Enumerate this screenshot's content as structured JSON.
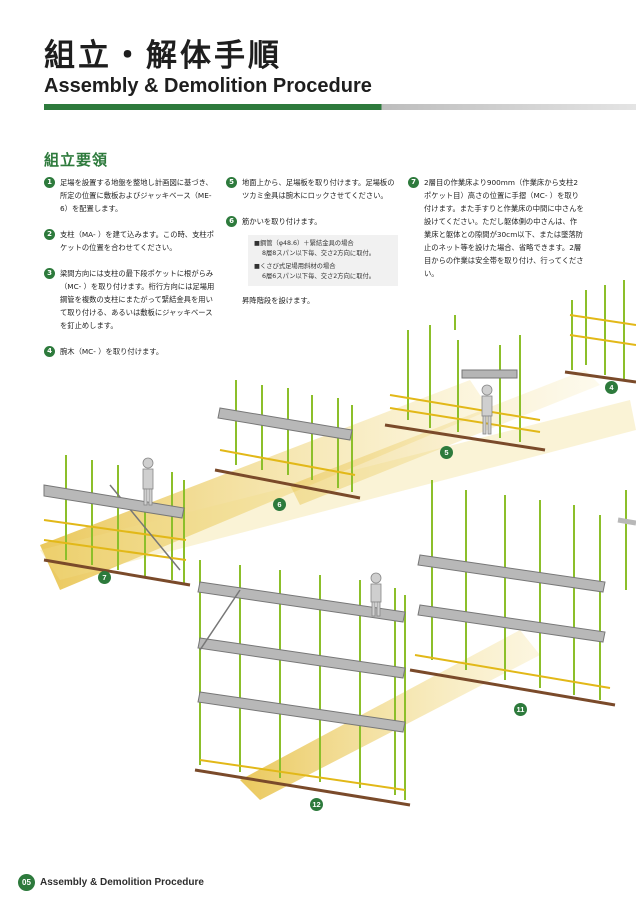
{
  "header": {
    "title_jp": "組立・解体手順",
    "title_en": "Assembly & Demolition Procedure"
  },
  "section": {
    "heading": "組立要領"
  },
  "steps": [
    {
      "num": "1",
      "text": "足場を設置する地盤を整地し計画図に基づき、所定の位置に敷板およびジャッキベース（ME-6）を配置します。"
    },
    {
      "num": "2",
      "text": "支柱（MA-  ）を建て込みます。この時、支柱ポケットの位置を合わせてください。"
    },
    {
      "num": "3",
      "text": "梁間方向には支柱の最下段ポケットに根がらみ（MC-  ）を取り付けます。桁行方向には足場用鋼管を複数の支柱にまたがって緊結金具を用いて取り付ける、あるいは敷板にジャッキベースを釘止めします。"
    },
    {
      "num": "4",
      "text": "腕木（MC-  ）を取り付けます。"
    },
    {
      "num": "5",
      "text": "地面上から、足場板を取り付けます。足場板のツカミ金具は腕木にロックさせてください。"
    },
    {
      "num": "6",
      "text": "筋かいを取り付けます。"
    },
    {
      "num": "7",
      "text": "2層目の作業床より900mm（作業床から支柱2ポケット目）高さの位置に手摺（MC-  ）を取り付けます。また手すりと作業床の中間に中さんを設けてください。ただし躯体側の中さんは、作業床と躯体との隙間が30cm以下、または墜落防止のネット等を設けた場合、省略できます。2層目からの作業は安全帯を取り付け、行ってください。"
    }
  ],
  "note": {
    "item1_title": "■鋼管（φ48.6）＋緊結金具の場合",
    "item1_detail": "8層8スパン以下毎、交さ2方向に取付。",
    "item2_title": "■くさび式足場用斜材の場合",
    "item2_detail": "6層6スパン以下毎、交さ2方向に取付。"
  },
  "extra_text": "昇降階段を設けます。",
  "figure_labels": [
    "4",
    "5",
    "6",
    "7",
    "11",
    "12"
  ],
  "footer": {
    "page": "05",
    "text": "Assembly & Demolition Procedure"
  },
  "colors": {
    "accent_green": "#2d7a3c",
    "scaffold_green": "#8cbf2a",
    "beam_yellow": "#e2b818",
    "base_brown": "#7a4a2a",
    "ray_gold": "#e8c24a"
  }
}
